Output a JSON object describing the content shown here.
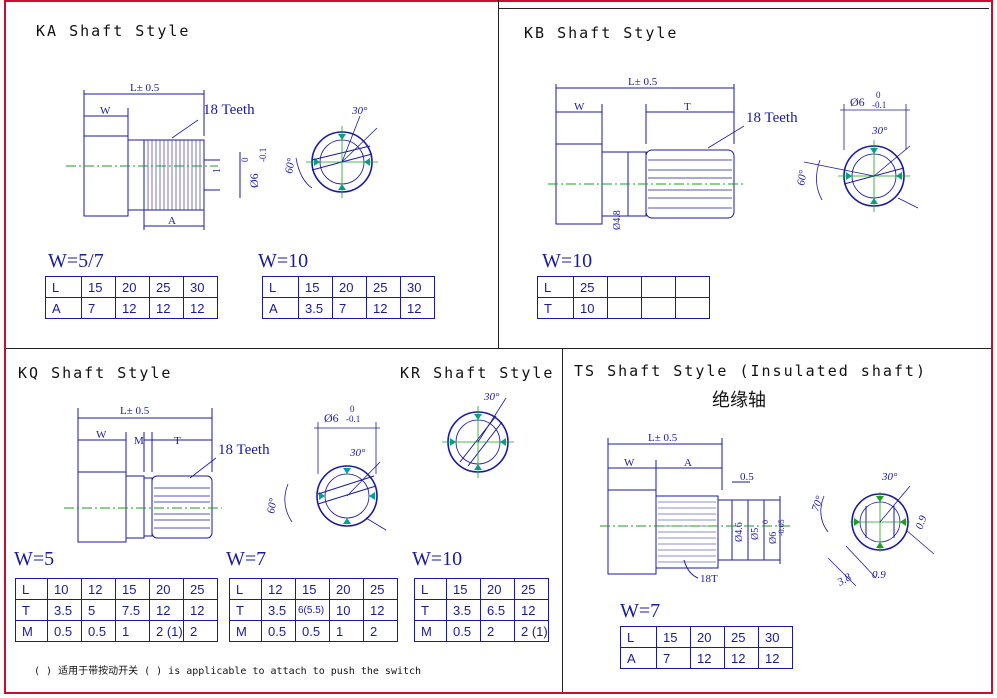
{
  "sections": {
    "ka": {
      "title": "KA  Shaft Style",
      "drawing": {
        "length": "L± 0.5",
        "w": "W",
        "a": "A",
        "teeth": "18 Teeth",
        "dia": "Ø6",
        "tol_upper": "0",
        "tol_lower": "-0.1",
        "one": "1",
        "angle30": "30°",
        "angle60": "60°"
      },
      "tables": [
        {
          "w_label": "W=5/7",
          "rows": [
            [
              "L",
              "15",
              "20",
              "25",
              "30"
            ],
            [
              "A",
              "7",
              "12",
              "12",
              "12"
            ]
          ]
        },
        {
          "w_label": "W=10",
          "rows": [
            [
              "L",
              "15",
              "20",
              "25",
              "30"
            ],
            [
              "A",
              "3.5",
              "7",
              "12",
              "12"
            ]
          ]
        }
      ]
    },
    "kb": {
      "title": "KB Shaft  Style",
      "drawing": {
        "length": "L± 0.5",
        "w": "W",
        "t": "T",
        "teeth": "18 Teeth",
        "dia": "Ø6",
        "tol_upper": "0",
        "tol_lower": "-0.1",
        "dia_small": "Ø4.8",
        "angle30": "30°",
        "angle60": "60°"
      },
      "tables": [
        {
          "w_label": "W=10",
          "rows": [
            [
              "L",
              "25",
              "",
              "",
              ""
            ],
            [
              "T",
              "10",
              "",
              "",
              ""
            ]
          ]
        }
      ]
    },
    "kq": {
      "title": "KQ  Shaft  Style",
      "drawing": {
        "length": "L± 0.5",
        "w": "W",
        "m": "M",
        "t": "T",
        "teeth": "18 Teeth",
        "dia": "Ø6",
        "tol_upper": "0",
        "tol_lower": "-0.1",
        "angle30": "30°",
        "angle60": "60°"
      },
      "tables": [
        {
          "w_label": "W=5",
          "rows": [
            [
              "L",
              "10",
              "12",
              "15",
              "20",
              "25"
            ],
            [
              "T",
              "3.5",
              "5",
              "7.5",
              "12",
              "12"
            ],
            [
              "M",
              "0.5",
              "0.5",
              "1",
              "2 (1)",
              "2"
            ]
          ]
        },
        {
          "w_label": "W=7",
          "rows": [
            [
              "L",
              "12",
              "15",
              "20",
              "25"
            ],
            [
              "T",
              "3.5",
              "6(5.5)",
              "10",
              "12"
            ],
            [
              "M",
              "0.5",
              "0.5",
              "1",
              "2"
            ]
          ]
        },
        {
          "w_label": "W=10",
          "rows": [
            [
              "L",
              "15",
              "20",
              "25"
            ],
            [
              "T",
              "3.5",
              "6.5",
              "12"
            ],
            [
              "M",
              "0.5",
              "2",
              "2 (1)"
            ]
          ]
        }
      ],
      "note": "( ) 适用于带按动开关   ( ) is applicable to attach to push the switch"
    },
    "kr": {
      "title": "KR  Shaft  Style",
      "drawing": {
        "angle30": "30°"
      }
    },
    "ts": {
      "title": "TS  Shaft  Style  (Insulated shaft)",
      "subtitle": "绝缘轴",
      "drawing": {
        "length": "L± 0.5",
        "w": "W",
        "a": "A",
        "half": "0.5",
        "teeth": "18T",
        "dia46": "Ø4.6",
        "dia5": "Ø5",
        "dia6": "Ø6",
        "tol_upper": "0",
        "tol_lower": "-0.05",
        "angle30": "30°",
        "angle70": "70°",
        "d09a": "0.9",
        "d09b": "0.9",
        "d38": "3.8"
      },
      "tables": [
        {
          "w_label": "W=7",
          "rows": [
            [
              "L",
              "15",
              "20",
              "25",
              "30"
            ],
            [
              "A",
              "7",
              "12",
              "12",
              "12"
            ]
          ]
        }
      ]
    }
  },
  "colors": {
    "border": "#c8102e",
    "ink": "#1a1aa0",
    "centerline": "#1aa01a",
    "accent": "#00a0a0"
  }
}
